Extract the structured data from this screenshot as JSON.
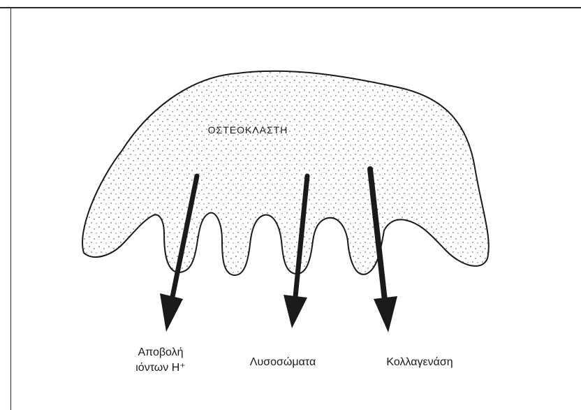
{
  "diagram": {
    "cell_label": "ΟΣΤΕΟΚΛΑΣΤΗ",
    "outputs": [
      {
        "line1": "Αποβολή",
        "line2": "ιόντων H⁺"
      },
      {
        "line1": "Λυσοσώματα",
        "line2": ""
      },
      {
        "line1": "Κολλαγενάση",
        "line2": ""
      }
    ]
  }
}
